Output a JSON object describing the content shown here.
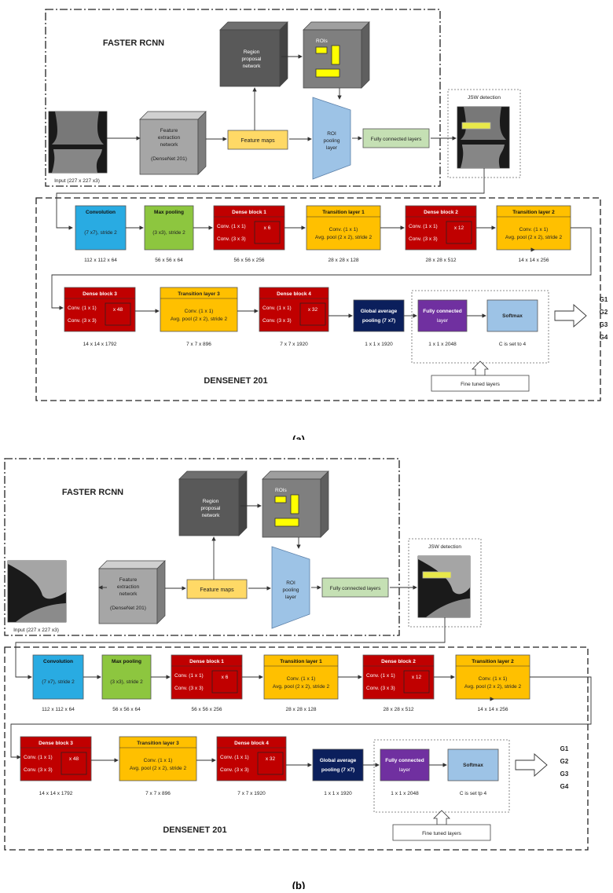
{
  "figures": [
    {
      "label": "(a)",
      "rcnn_title": "FASTER RCNN",
      "densenet_title": "DENSENET 201",
      "input_caption": "Input (227 x 227 x3)",
      "feature_net": [
        "Feature",
        "extraction",
        "network",
        "",
        "(DenseNet 201)"
      ],
      "rpn": [
        "Region",
        "proposal",
        "network"
      ],
      "rois": "ROIs",
      "feature_maps": "Feature maps",
      "roi_pool": [
        "ROI",
        "pooling",
        "layer"
      ],
      "fc_layers": "Fully connected layers",
      "jsw": "JSW detection",
      "row1": [
        {
          "title": "Convolution",
          "l1": "(7 x7), stride 2",
          "dim": "112 x 112 x 64"
        },
        {
          "title": "Max pooling",
          "l1": "(3 x3), stride 2",
          "dim": "56 x 56 x 64"
        },
        {
          "title": "Dense block 1",
          "l1": "Conv. (1 x 1)",
          "l2": "Conv. (3 x 3)",
          "rep": "x 6",
          "dim": "56  x 56 x 256"
        },
        {
          "title": "Transition layer 1",
          "l1": "Conv. (1 x 1)",
          "l2": "Avg. pool (2 x 2), stride 2",
          "dim": "28 x 28 x 128"
        },
        {
          "title": "Dense block 2",
          "l1": "Conv. (1 x 1)",
          "l2": "Conv. (3 x 3)",
          "rep": "x 12",
          "dim": "28 x 28 x 512"
        },
        {
          "title": "Transition layer 2",
          "l1": "Conv. (1 x 1)",
          "l2": "Avg. pool (2 x 2), stride 2",
          "dim": "14 x 14 x 256"
        }
      ],
      "row2": [
        {
          "title": "Dense block 3",
          "l1": "Conv. (1 x 1)",
          "l2": "Conv. (3 x 3)",
          "rep": "x 48",
          "dim": "14 x 14 x 1792"
        },
        {
          "title": "Transition layer 3",
          "l1": "Conv. (1 x 1)",
          "l2": "Avg. pool (2 x 2), stride 2",
          "dim": "7 x 7 x 896"
        },
        {
          "title": "Dense block 4",
          "l1": "Conv. (1 x 1)",
          "l2": "Conv. (3 x 3)",
          "rep": "x 32",
          "dim": "7 x 7 x 1920"
        },
        {
          "title": "Global average",
          "l1": "pooling (7 x7)",
          "dim": "1 x 1 x 1920"
        },
        {
          "title": "Fully connected",
          "l1": "layer",
          "dim": "1 x 1 x 2048"
        },
        {
          "title": "Softmax",
          "dim": "C is set to 4"
        }
      ],
      "grades": [
        "G1",
        "G2",
        "G3",
        "G4"
      ],
      "fine_tuned": "Fine tuned layers"
    },
    {
      "label": "(b)",
      "rcnn_title": "FASTER RCNN",
      "densenet_title": "DENSENET 201",
      "input_caption": "Input (227 x 227 x3)",
      "feature_net": [
        "Feature",
        "extraction",
        "network",
        "",
        "(DenseNet 201)"
      ],
      "rpn": [
        "Region",
        "proposal",
        "network"
      ],
      "rois": "ROIs",
      "feature_maps": "Feature maps",
      "roi_pool": [
        "ROI",
        "pooling",
        "layer"
      ],
      "fc_layers": "Fully connected layers",
      "jsw": "JSW detection",
      "row1": [
        {
          "title": "Convolution",
          "l1": "(7 x7), stride 2",
          "dim": "112 x 112 x 64"
        },
        {
          "title": "Max pooling",
          "l1": "(3 x3), stride 2",
          "dim": "56 x 56 x 64"
        },
        {
          "title": "Dense block 1",
          "l1": "Conv. (1 x 1)",
          "l2": "Conv. (3 x 3)",
          "rep": "x 6",
          "dim": "56  x 56 x 256"
        },
        {
          "title": "Transition layer 1",
          "l1": "Conv. (1 x 1)",
          "l2": "Avg. pool (2 x 2), stride 2",
          "dim": "28 x 28 x 128"
        },
        {
          "title": "Dense block 2",
          "l1": "Conv. (1 x 1)",
          "l2": "Conv. (3 x 3)",
          "rep": "x 12",
          "dim": "28 x 28 x 512"
        },
        {
          "title": "Transition layer 2",
          "l1": "Conv. (1 x 1)",
          "l2": "Avg. pool (2 x 2), stride 2",
          "dim": "14 x 14 x 256"
        }
      ],
      "row2": [
        {
          "title": "Dense block 3",
          "l1": "Conv. (1 x 1)",
          "l2": "Conv. (3 x 3)",
          "rep": "x 48",
          "dim": "14 x 14 x 1792"
        },
        {
          "title": "Transition layer 3",
          "l1": "Conv. (1 x 1)",
          "l2": "Avg. pool (2 x 2), stride 2",
          "dim": "7 x 7 x 896"
        },
        {
          "title": "Dense block 4",
          "l1": "Conv. (1 x 1)",
          "l2": "Conv. (3 x 3)",
          "rep": "x 32",
          "dim": "7 x 7 x 1920"
        },
        {
          "title": "Global average",
          "l1": "pooling (7 x7)",
          "dim": "1 x 1 x 1920"
        },
        {
          "title": "Fully connected",
          "l1": "layer",
          "dim": "1 x 1 x 2048"
        },
        {
          "title": "Softmax",
          "dim": "C is set tp 4"
        }
      ],
      "grades": [
        "G1",
        "G2",
        "G3",
        "G4"
      ],
      "fine_tuned": "Fine tuned layers"
    }
  ],
  "colors": {
    "convolution": "#29abe2",
    "max_pooling": "#8dc63f",
    "dense_block": "#c00000",
    "transition": "#ffc000",
    "global_pool": "#0b1f5c",
    "fc_purple": "#7030a0",
    "softmax": "#9dc3e6",
    "feature_maps": "#ffd966",
    "fc_green": "#c5e0b4",
    "roi_pool": "#9dc3e6",
    "cube_feature": "#a6a6a6",
    "cube_rpn": "#595959",
    "roi_yellow": "#ffff00"
  }
}
